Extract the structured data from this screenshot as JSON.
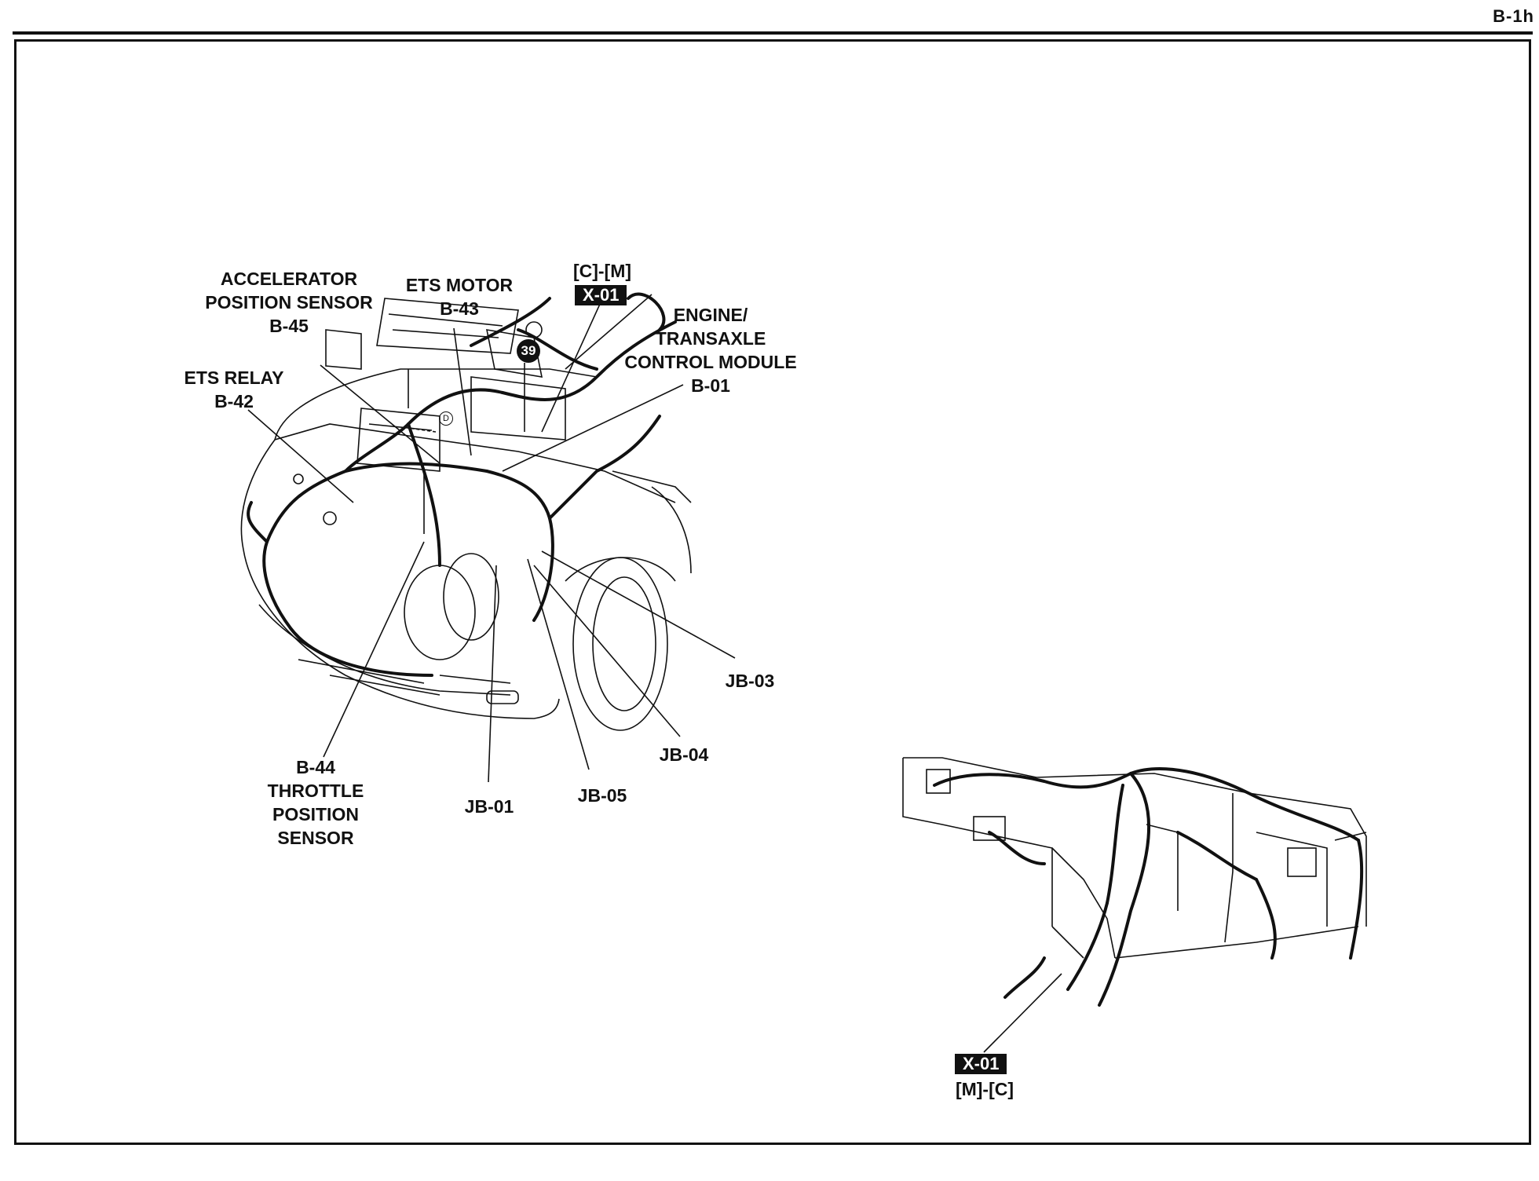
{
  "page": {
    "ref": "B-1h"
  },
  "engine_bay": {
    "labels": {
      "accelerator": "ACCELERATOR\nPOSITION SENSOR\nB-45",
      "ets_motor": "ETS MOTOR\nB-43",
      "ets_relay": "ETS RELAY\nB-42",
      "ecm": "ENGINE/\nTRANSAXLE\nCONTROL MODULE\nB-01",
      "x01_upper_ref": "[C]-[M]",
      "x01_upper_tag": "X-01",
      "badge_39": "39",
      "ground_d": "D",
      "jb03": "JB-03",
      "jb04": "JB-04",
      "jb05": "JB-05",
      "jb01": "JB-01",
      "tps": "B-44\nTHROTTLE\nPOSITION\nSENSOR"
    }
  },
  "dashboard": {
    "labels": {
      "x01_lower_tag": "X-01",
      "x01_lower_ref": "[M]-[C]"
    }
  }
}
